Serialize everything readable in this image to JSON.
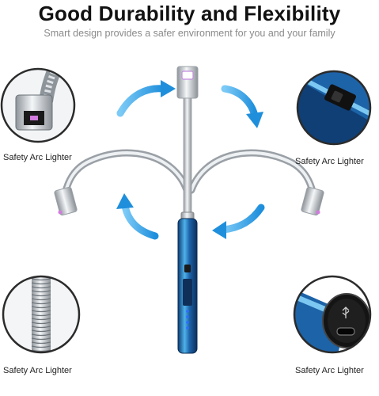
{
  "header": {
    "title": "Good Durability and Flexibility",
    "subtitle": "Smart design provides a safer environment for you and your family"
  },
  "callouts": [
    {
      "caption": "Safety Arc Lighter",
      "detail": "arc-head-closeup"
    },
    {
      "caption": "Safety Arc Lighter",
      "detail": "switch-closeup"
    },
    {
      "caption": "Safety Arc Lighter",
      "detail": "flexible-neck-closeup"
    },
    {
      "caption": "Safety Arc Lighter",
      "detail": "usb-port-closeup"
    }
  ],
  "colors": {
    "accent_arrow": "#2a9ee6",
    "lighter_body": "#1d63a8",
    "lighter_body_light": "#4fb2ea",
    "chrome": "#c8cdd2",
    "battery_led": "#2f6cff",
    "circle_border": "#2b2b2b"
  },
  "battery_indicator": {
    "lit_leds": 4
  }
}
